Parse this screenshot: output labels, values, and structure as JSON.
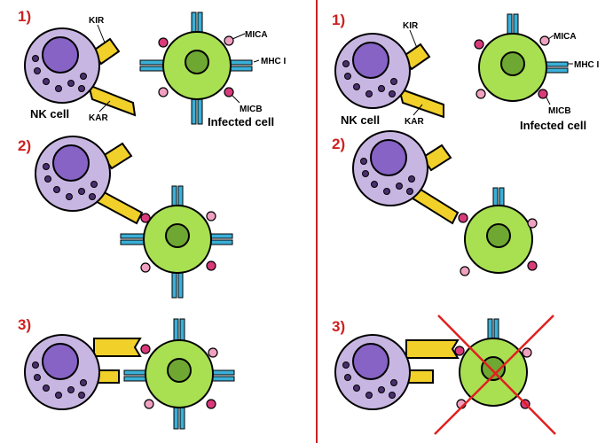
{
  "panels": {
    "left": {
      "step1": {
        "number": "1)",
        "kir": "KIR",
        "kar": "KAR",
        "nk_cell": "NK cell",
        "mica": "MICA",
        "mhc1": "MHC I",
        "micb": "MICB",
        "infected_cell": "Infected cell"
      },
      "step2": {
        "number": "2)"
      },
      "step3": {
        "number": "3)"
      }
    },
    "right": {
      "step1": {
        "number": "1)",
        "kir": "KIR",
        "kar": "KAR",
        "nk_cell": "NK cell",
        "mica": "MICA",
        "mhc1": "MHC I",
        "micb": "MICB",
        "infected_cell": "Infected cell"
      },
      "step2": {
        "number": "2)"
      },
      "step3": {
        "number": "3)"
      }
    }
  },
  "colors": {
    "divider": "#cc2222",
    "nk_cell": "#c8b6e2",
    "nucleus": "#8663c4",
    "granule": "#4a2f6e",
    "infected_cell": "#a8e052",
    "infected_nucleus": "#6ea832",
    "receptor": "#f2d02a",
    "mhc": "#3ab0d8",
    "mica": "#f0a0c0",
    "micb": "#d83a7a",
    "cross": "#e02020"
  }
}
